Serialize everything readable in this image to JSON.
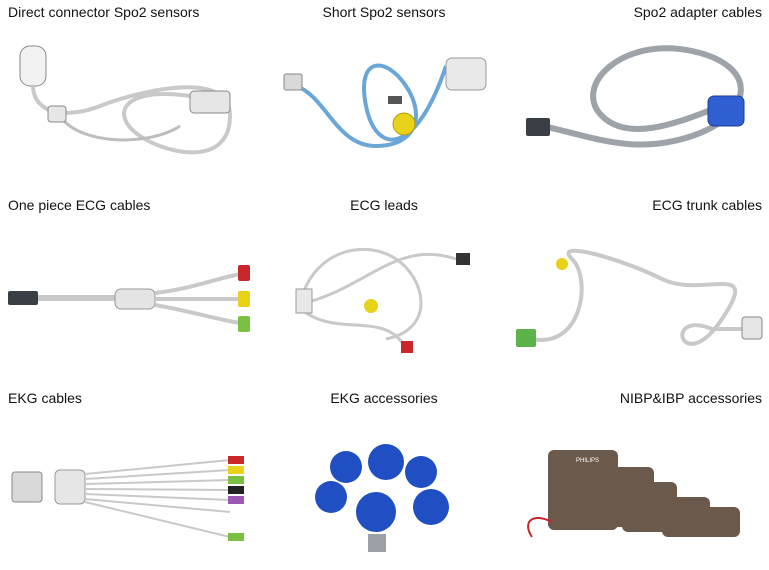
{
  "products": [
    {
      "label": "Direct connector Spo2 sensors",
      "image": "spo2-direct-sensor-image"
    },
    {
      "label": "Short Spo2 sensors",
      "image": "spo2-short-sensor-image"
    },
    {
      "label": "Spo2 adapter cables",
      "image": "spo2-adapter-cable-image"
    },
    {
      "label": "One piece ECG cables",
      "image": "ecg-one-piece-cable-image"
    },
    {
      "label": "ECG leads",
      "image": "ecg-leads-image"
    },
    {
      "label": "ECG trunk cables",
      "image": "ecg-trunk-cable-image"
    },
    {
      "label": "EKG cables",
      "image": "ekg-cable-image"
    },
    {
      "label": "EKG accessories",
      "image": "ekg-suction-electrodes-image"
    },
    {
      "label": "NIBP&IBP accessories",
      "image": "nibp-cuffs-image"
    }
  ],
  "brand_on_cuffs": "PHILIPS",
  "colors": {
    "cable_gray": "#c9c9c9",
    "cable_blue": "#6aa6d8",
    "adapter_blue": "#2f5fd0",
    "connector_dark": "#3a3f45",
    "lead_red": "#c8282a",
    "lead_yellow": "#e8d21a",
    "lead_green": "#7bc043",
    "bulb_blue": "#1f4fc2",
    "cuff_brown": "#6b5a4c"
  }
}
